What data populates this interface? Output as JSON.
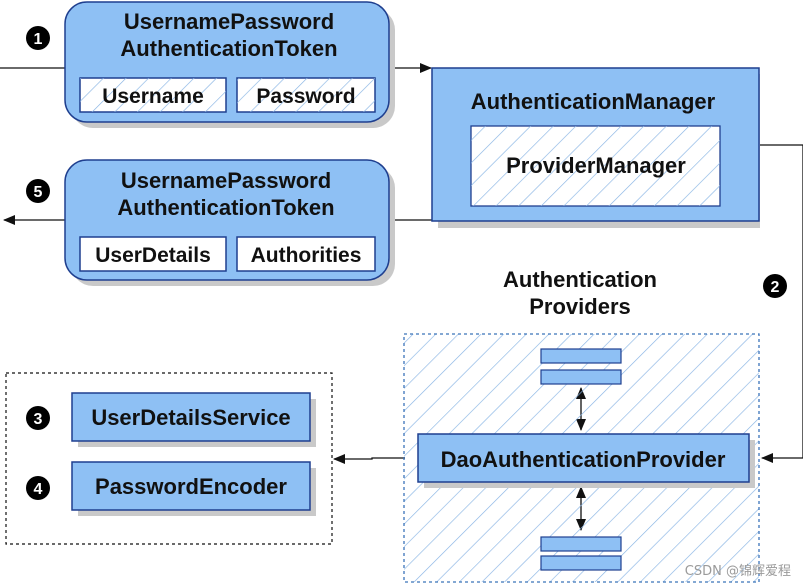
{
  "colors": {
    "box_fill": "#8ec0f4",
    "box_stroke": "#1f3f8f",
    "shadow": "#c9c9c9",
    "hatch": "#88b4e4",
    "dashed_border": "#3b73b9",
    "line": "#111111",
    "badge": "#000000"
  },
  "token_in": {
    "title_line1": "UsernamePassword",
    "title_line2": "AuthenticationToken",
    "field_1": "Username",
    "field_2": "Password"
  },
  "token_out": {
    "title_line1": "UsernamePassword",
    "title_line2": "AuthenticationToken",
    "field_1": "UserDetails",
    "field_2": "Authorities"
  },
  "manager": {
    "title": "AuthenticationManager",
    "inner": "ProviderManager"
  },
  "providers": {
    "label_line1": "Authentication",
    "label_line2": "Providers",
    "dao": "DaoAuthenticationProvider"
  },
  "services": {
    "user_details_service": "UserDetailsService",
    "password_encoder": "PasswordEncoder"
  },
  "steps": {
    "step_1": "1",
    "step_2": "2",
    "step_3": "3",
    "step_4": "4",
    "step_5": "5"
  },
  "watermark": "CSDN @锦辉爱程"
}
